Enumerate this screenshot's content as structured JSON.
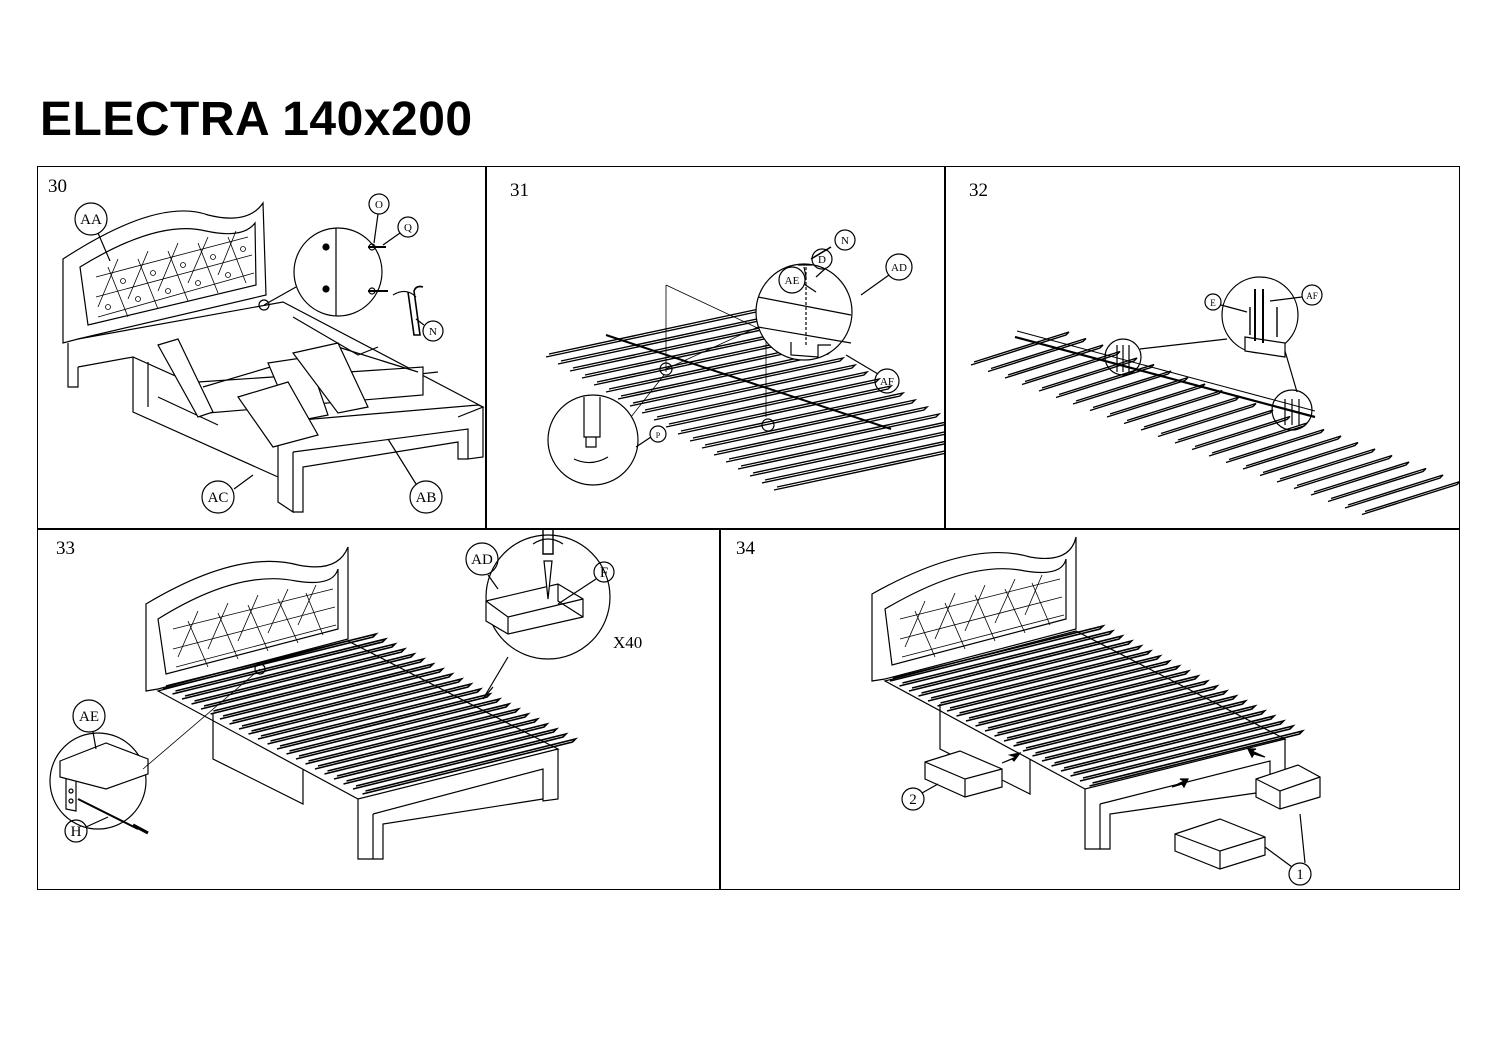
{
  "title": "ELECTRA 140x200",
  "steps": [
    {
      "number": "30",
      "labels": [
        "AA",
        "O",
        "Q",
        "N",
        "AC",
        "AB"
      ]
    },
    {
      "number": "31",
      "labels": [
        "N",
        "D",
        "AE",
        "AD",
        "AF",
        "P"
      ]
    },
    {
      "number": "32",
      "labels": [
        "E",
        "AF"
      ]
    },
    {
      "number": "33",
      "labels": [
        "AD",
        "F",
        "X40",
        "AE",
        "H"
      ]
    },
    {
      "number": "34",
      "labels": [
        "2",
        "1"
      ]
    }
  ]
}
